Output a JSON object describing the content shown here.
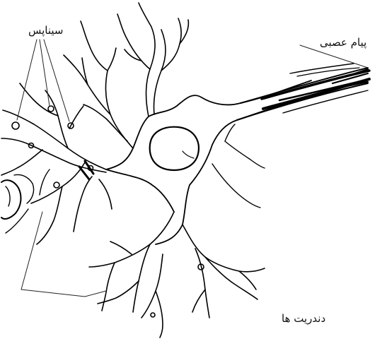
{
  "labels": {
    "synapse": "سیناپس",
    "nerve_impulse": "پیام عصبی",
    "dendrites": "دندریت ها"
  }
}
